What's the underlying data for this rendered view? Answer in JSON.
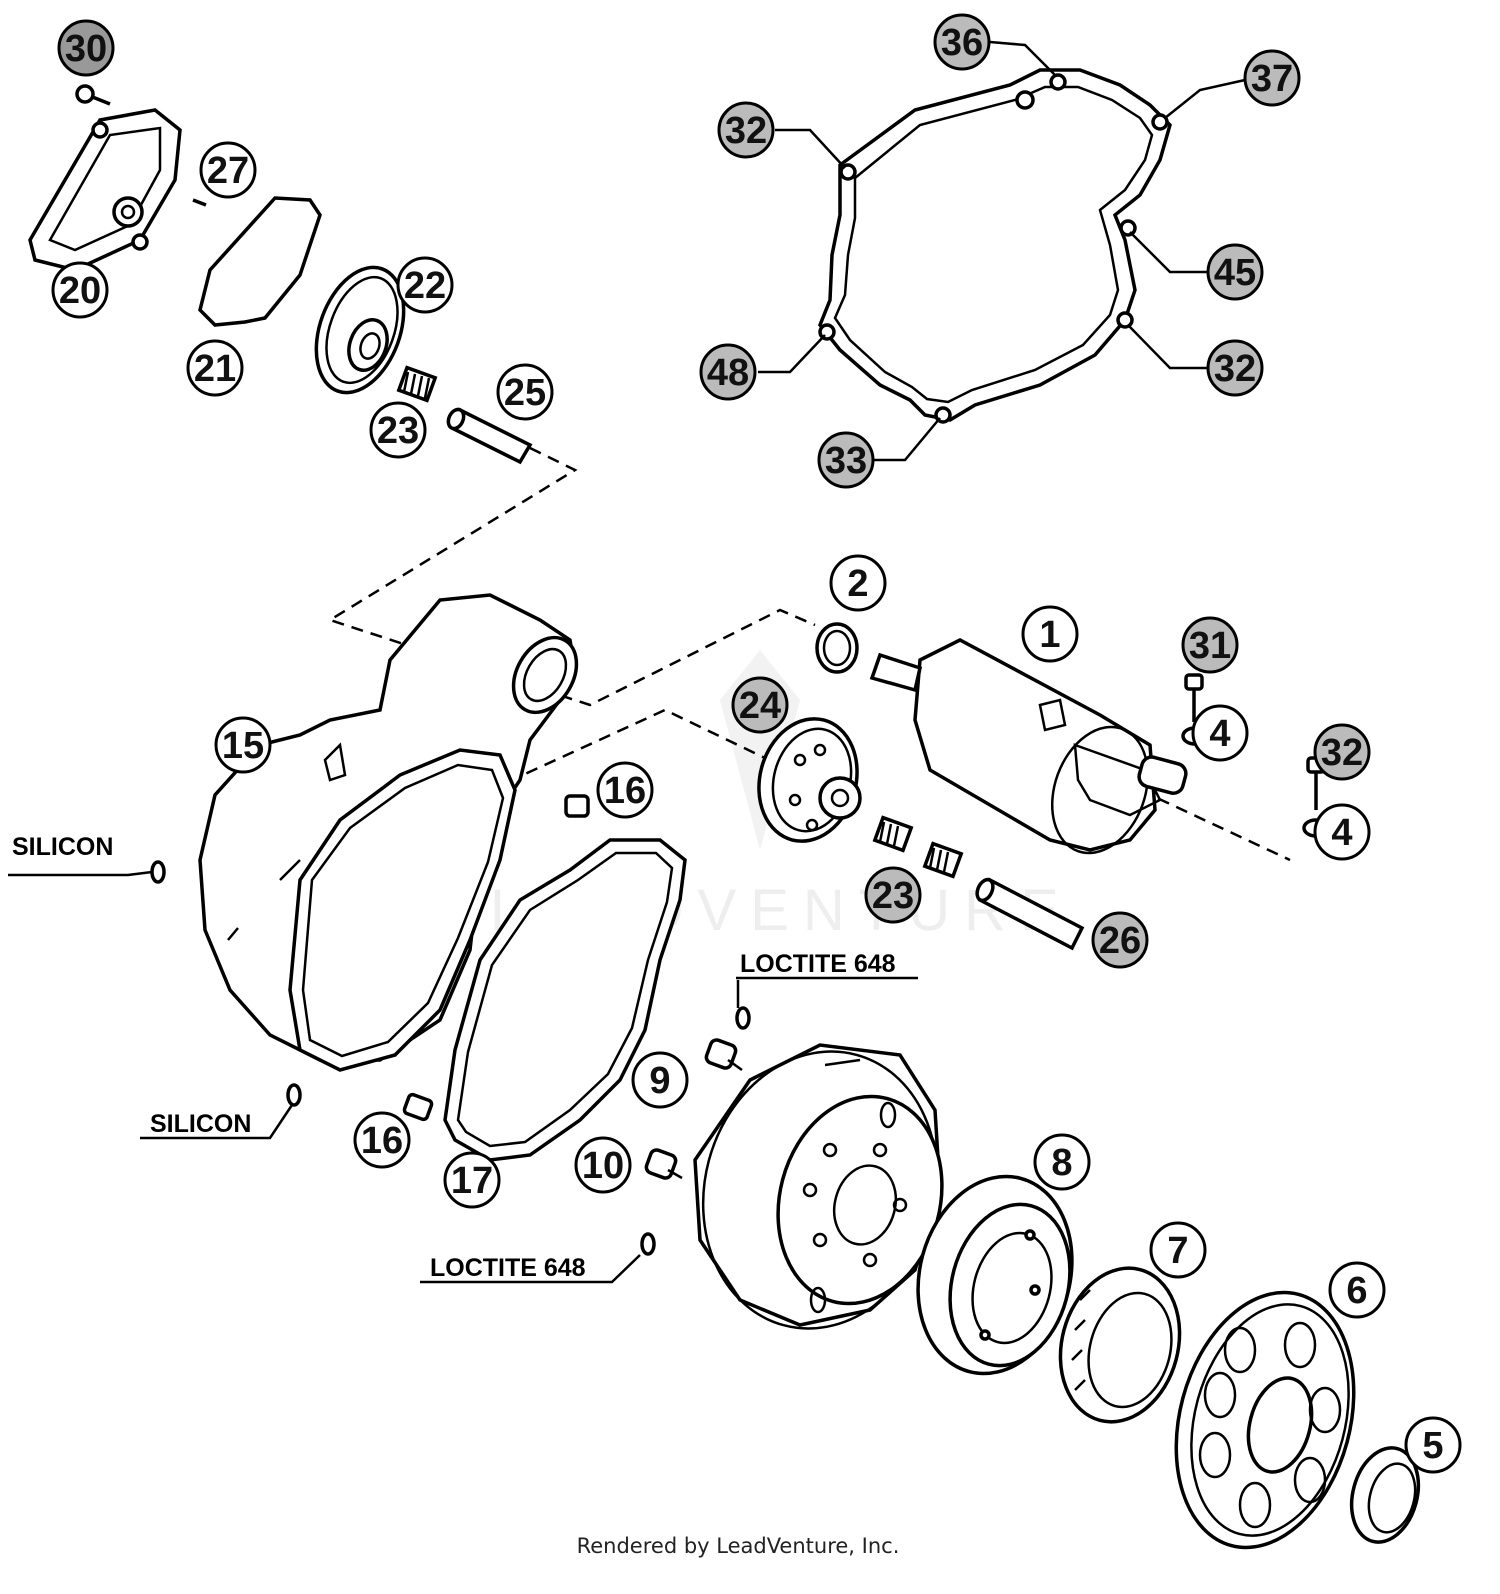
{
  "watermark": "LEADVENTURE",
  "footer": "Rendered by LeadVenture, Inc.",
  "notes": {
    "silicon_1": "SILICON",
    "silicon_2": "SILICON",
    "loctite_1": "LOCTITE 648",
    "loctite_2": "LOCTITE 648"
  },
  "callouts": {
    "c1": "1",
    "c2": "2",
    "c4a": "4",
    "c4b": "4",
    "c5": "5",
    "c6": "6",
    "c7": "7",
    "c8": "8",
    "c9": "9",
    "c10": "10",
    "c15": "15",
    "c16a": "16",
    "c16b": "16",
    "c17": "17",
    "c20": "20",
    "c21": "21",
    "c22": "22",
    "c23a": "23",
    "c23b": "23",
    "c24": "24",
    "c25": "25",
    "c26": "26",
    "c27": "27",
    "c30": "30",
    "c31": "31",
    "c32a": "32",
    "c32b": "32",
    "c32c": "32",
    "c33": "33",
    "c36": "36",
    "c37": "37",
    "c45": "45",
    "c48": "48"
  }
}
